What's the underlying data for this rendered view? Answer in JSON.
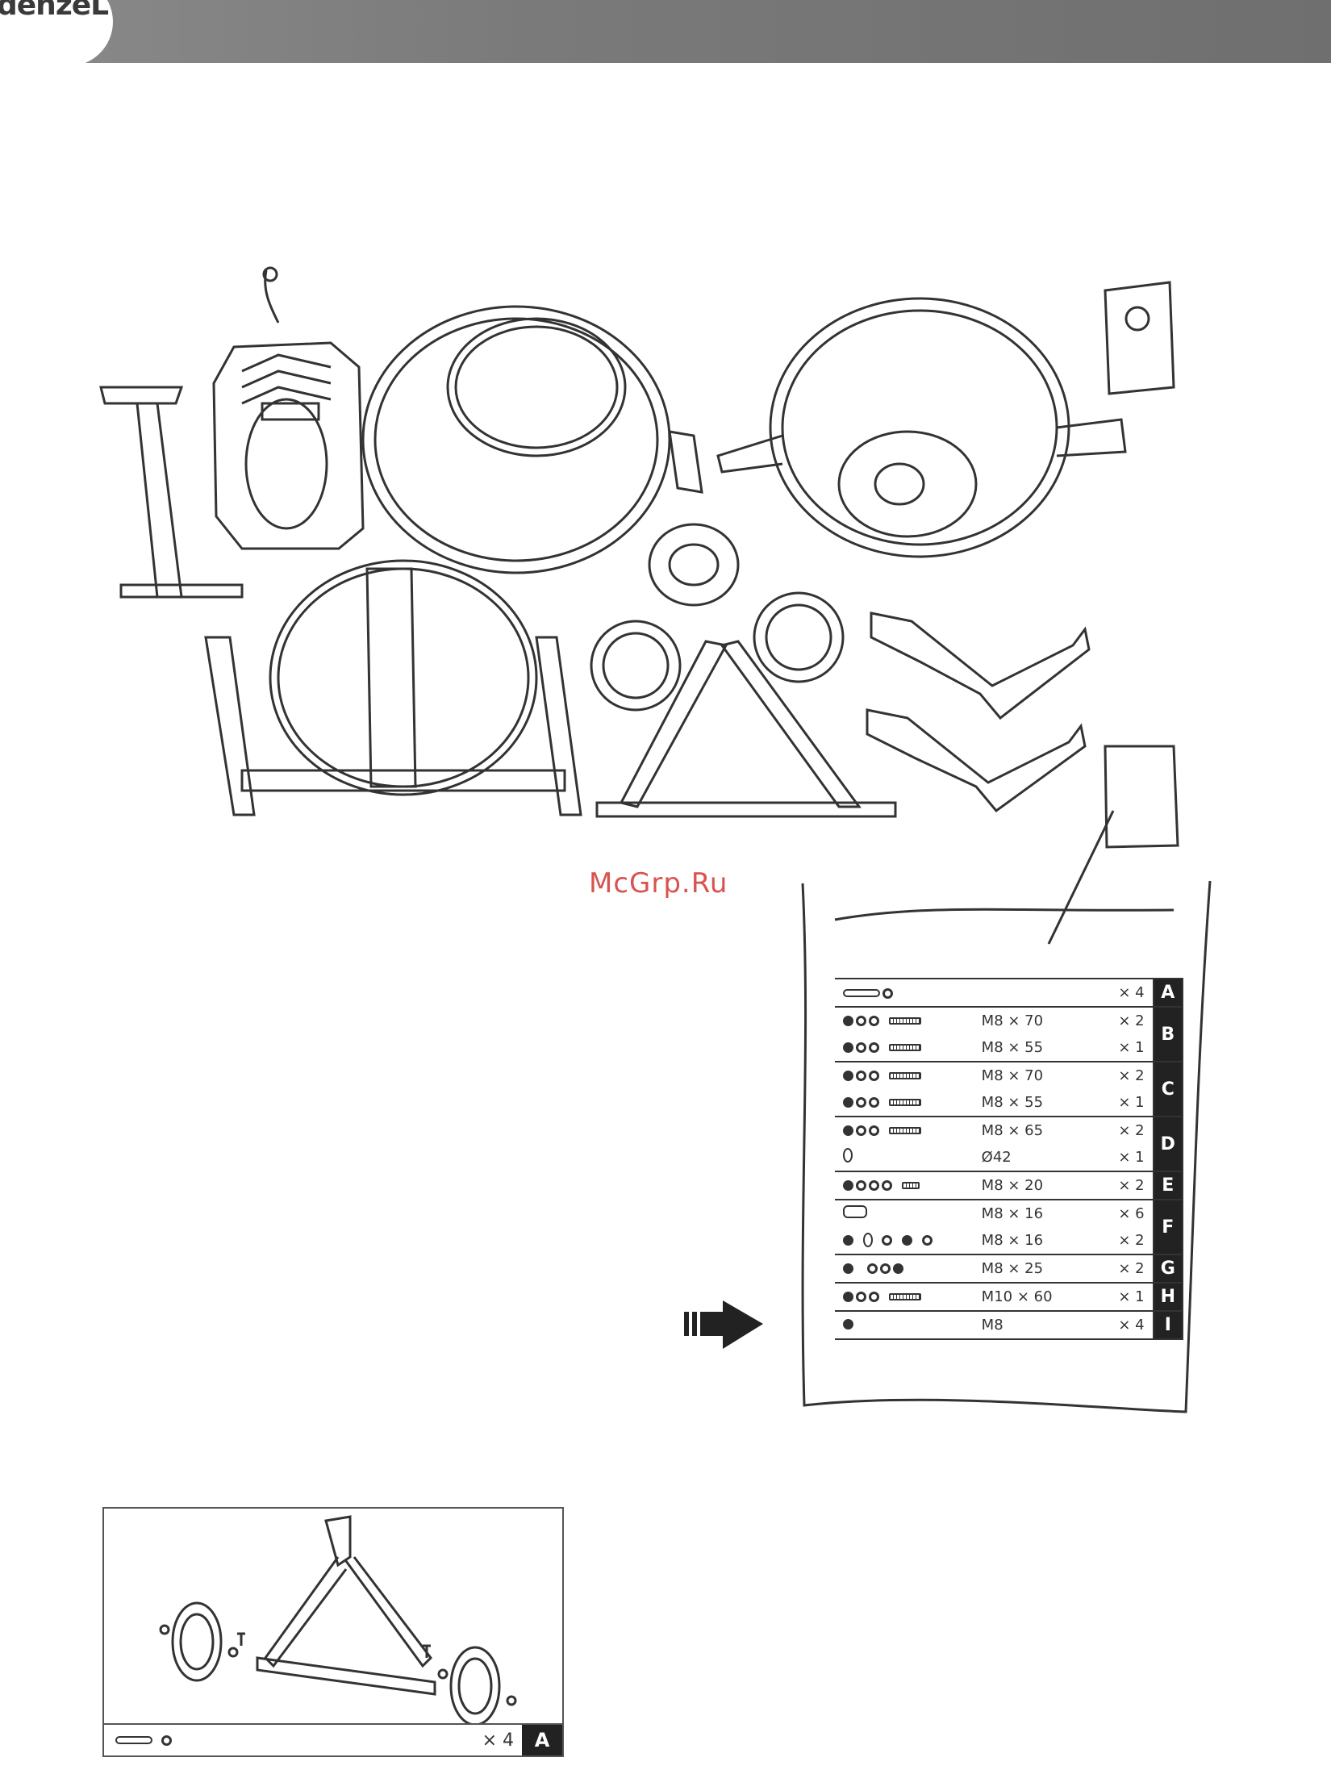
{
  "header": {
    "brand": "denzeL",
    "registered_mark": "®"
  },
  "watermark": "McGrp.Ru",
  "parts_bag": {
    "rows": [
      {
        "group": "A",
        "size": "",
        "qty": "× 4",
        "letter": "A",
        "icons": "pin-washer"
      },
      {
        "group": "B",
        "size": "M8 × 70",
        "qty": "× 2",
        "letter": "B",
        "icons": "nuts-bolt"
      },
      {
        "group": "B",
        "size": "M8 × 55",
        "qty": "× 1",
        "letter": "",
        "icons": "nuts-bolt"
      },
      {
        "group": "C",
        "size": "M8 × 70",
        "qty": "× 2",
        "letter": "C",
        "icons": "nuts-bolt"
      },
      {
        "group": "C",
        "size": "M8 × 55",
        "qty": "× 1",
        "letter": "",
        "icons": "nuts-bolt"
      },
      {
        "group": "D",
        "size": "M8 × 65",
        "qty": "× 2",
        "letter": "D",
        "icons": "nuts-bolt"
      },
      {
        "group": "D",
        "size": "Ø42",
        "qty": "× 1",
        "letter": "",
        "icons": "o-ring"
      },
      {
        "group": "E",
        "size": "M8 × 20",
        "qty": "× 2",
        "letter": "E",
        "icons": "nuts-short-bolt"
      },
      {
        "group": "F",
        "size": "M8 × 16",
        "qty": "× 6",
        "letter": "F",
        "icons": "bolt-head"
      },
      {
        "group": "F",
        "size": "M8 × 16",
        "qty": "× 2",
        "letter": "",
        "icons": "nuts-washers"
      },
      {
        "group": "G",
        "size": "M8 × 25",
        "qty": "× 2",
        "letter": "G",
        "icons": "nuts-short-bolt"
      },
      {
        "group": "H",
        "size": "M10 × 60",
        "qty": "× 1",
        "letter": "H",
        "icons": "nuts-bolt"
      },
      {
        "group": "I",
        "size": "M8",
        "qty": "× 4",
        "letter": "I",
        "icons": "single-nut"
      }
    ]
  },
  "detail": {
    "qty": "× 4",
    "letter": "A"
  }
}
